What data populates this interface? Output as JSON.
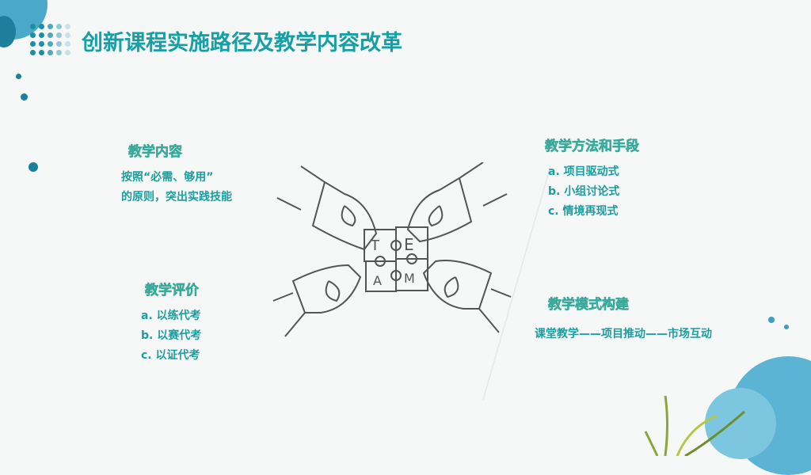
{
  "title": "创新课程实施路径及教学内容改革",
  "sections": {
    "content": {
      "heading": "教学内容",
      "lines": [
        "按照“必需、够用”",
        "的原则，突出实践技能"
      ]
    },
    "methods": {
      "heading": "教学方法和手段",
      "lines": [
        "a. 项目驱动式",
        "b. 小组讨论式",
        "c. 情境再现式"
      ]
    },
    "evaluation": {
      "heading": "教学评价",
      "lines": [
        "a. 以练代考",
        "b. 以赛代考",
        "c. 以证代考"
      ]
    },
    "model": {
      "heading": "教学模式构建",
      "lines": [
        "课堂教学——项目推动——市场互动"
      ]
    }
  },
  "puzzle": {
    "letters": [
      "T",
      "E",
      "A",
      "M"
    ]
  },
  "colors": {
    "accent": "#16a0a6",
    "heading": "#7dd6c6",
    "blob": "#3b9fc0"
  }
}
